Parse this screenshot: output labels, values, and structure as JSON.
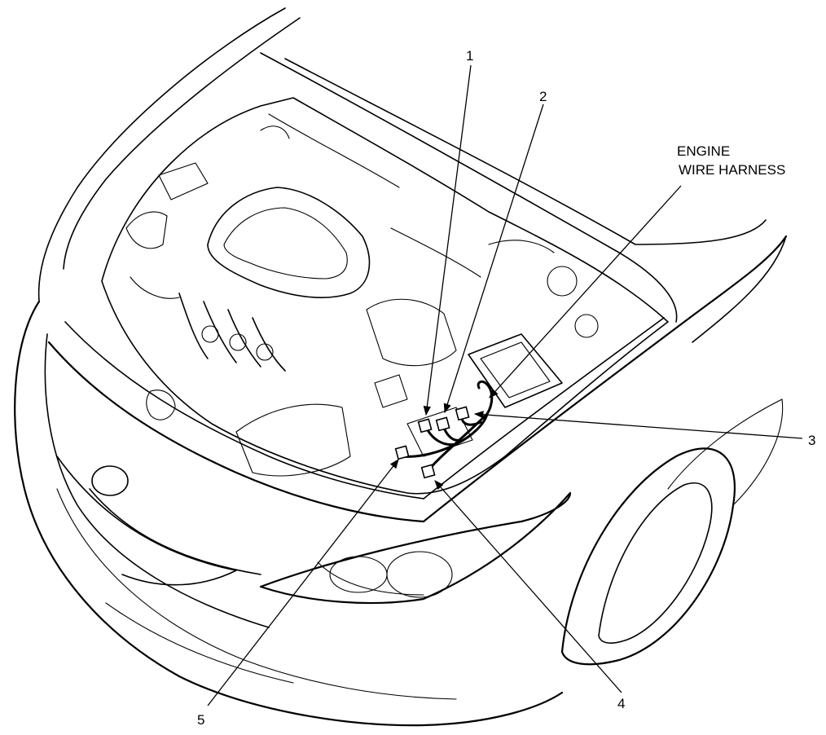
{
  "labels": {
    "engine_wire_harness_line1": "ENGINE",
    "engine_wire_harness_line2": "WIRE HARNESS",
    "callout_1": "1",
    "callout_2": "2",
    "callout_3": "3",
    "callout_4": "4",
    "callout_5": "5"
  }
}
